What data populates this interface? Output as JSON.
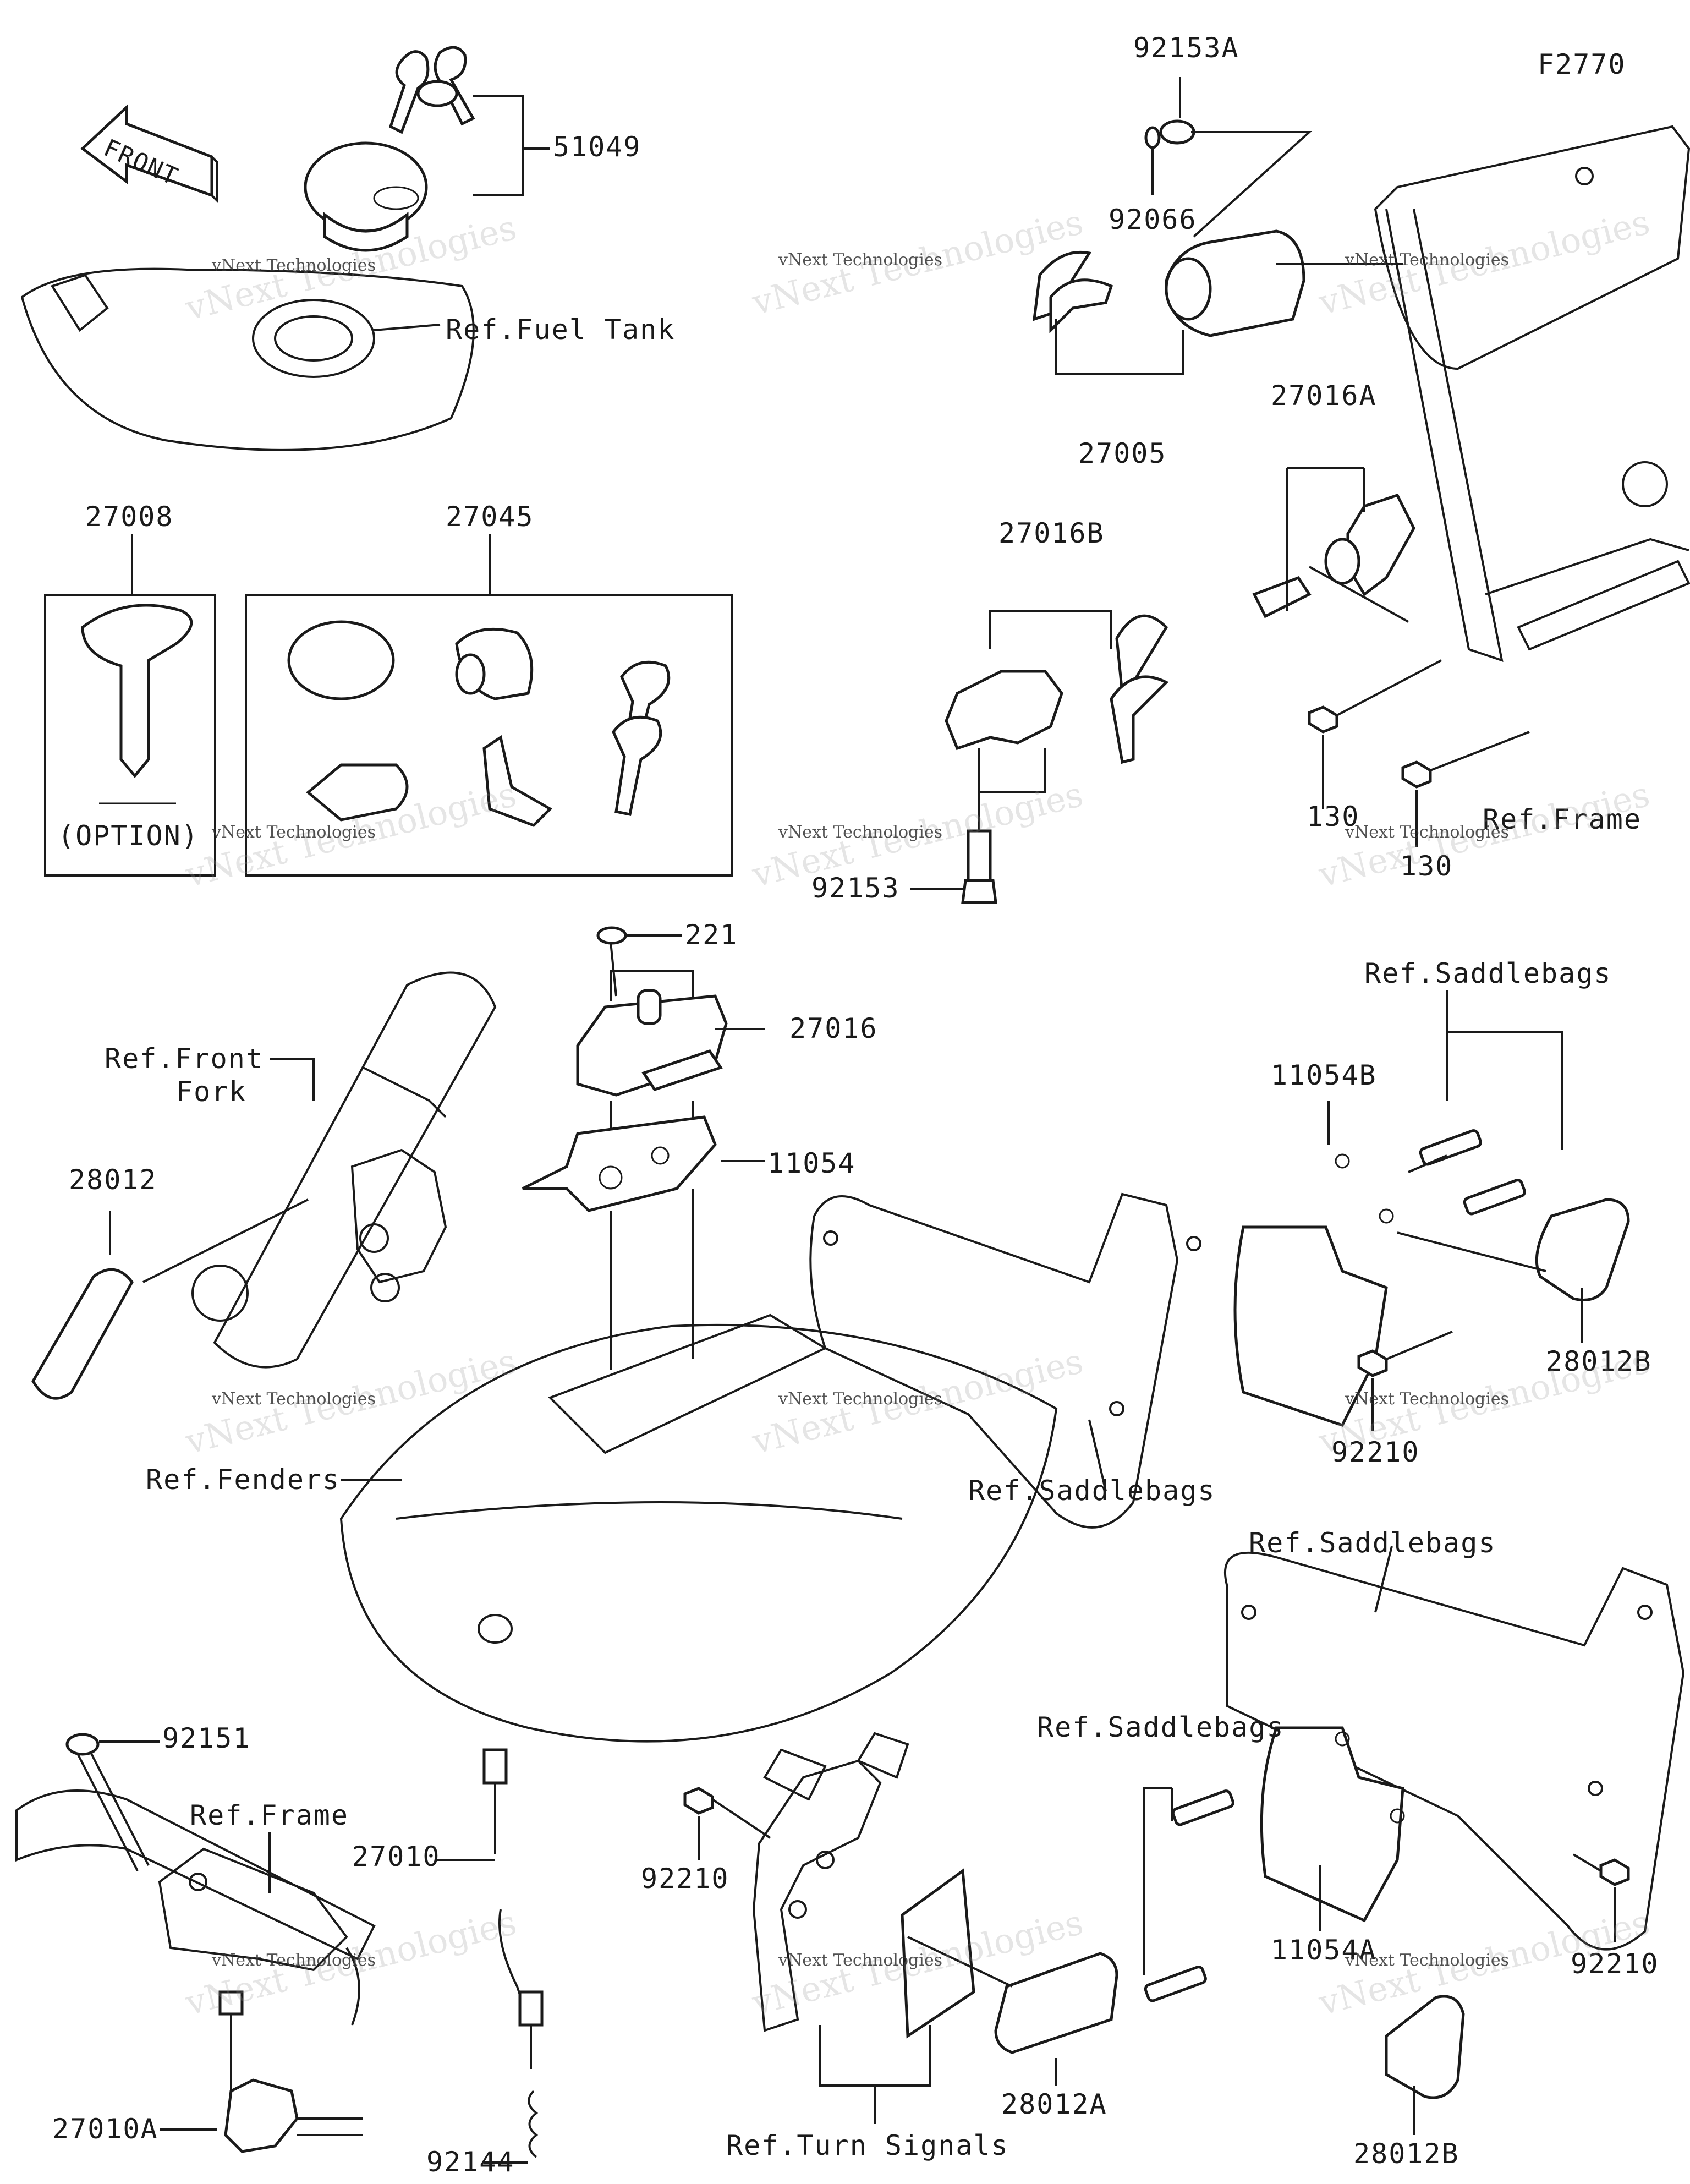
{
  "figure_code": "F2770",
  "front_arrow": "FRONT",
  "option_text": "(OPTION)",
  "part_numbers": {
    "p51049": "51049",
    "p27008": "27008",
    "p27045": "27045",
    "p92153A": "92153A",
    "p92066": "92066",
    "p27005": "27005",
    "p27016A": "27016A",
    "p27016B": "27016B",
    "p92153": "92153",
    "p130a": "130",
    "p130b": "130",
    "p221": "221",
    "p27016": "27016",
    "p11054": "11054",
    "p28012": "28012",
    "p11054B": "11054B",
    "p28012B_top": "28012B",
    "p92210_right": "92210",
    "p92151": "92151",
    "p27010": "27010",
    "p92210_mid": "92210",
    "p27010A": "27010A",
    "p92144": "92144",
    "p28012A": "28012A",
    "p11054A": "11054A",
    "p92210_low": "92210",
    "p28012B_bottom": "28012B"
  },
  "references": {
    "fuel_tank": "Ref.Fuel Tank",
    "frame_top": "Ref.Frame",
    "front_fork_1": "Ref.Front",
    "front_fork_2": "Fork",
    "fenders": "Ref.Fenders",
    "saddlebags_top": "Ref.Saddlebags",
    "saddlebags_mid": "Ref.Saddlebags",
    "saddlebags_low1": "Ref.Saddlebags",
    "saddlebags_low2": "Ref.Saddlebags",
    "frame_bottom": "Ref.Frame",
    "turn_signals": "Ref.Turn Signals"
  },
  "watermark": {
    "big": "vNext Technologies",
    "small": "vNext Technologies"
  }
}
